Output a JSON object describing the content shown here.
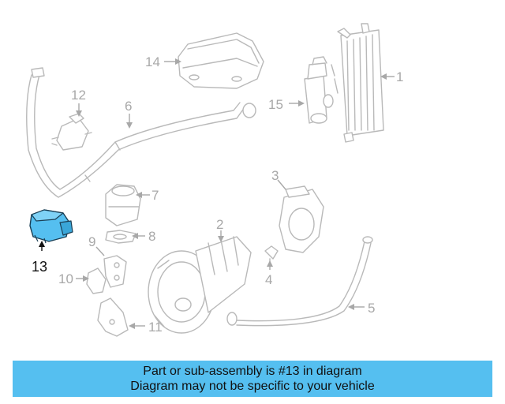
{
  "diagram": {
    "highlight_color": "#55bff0",
    "callouts": [
      {
        "id": "1",
        "label": "1"
      },
      {
        "id": "2",
        "label": "2"
      },
      {
        "id": "3",
        "label": "3"
      },
      {
        "id": "4",
        "label": "4"
      },
      {
        "id": "5",
        "label": "5"
      },
      {
        "id": "6",
        "label": "6"
      },
      {
        "id": "7",
        "label": "7"
      },
      {
        "id": "8",
        "label": "8"
      },
      {
        "id": "9",
        "label": "9"
      },
      {
        "id": "10",
        "label": "10"
      },
      {
        "id": "11",
        "label": "11"
      },
      {
        "id": "12",
        "label": "12"
      },
      {
        "id": "13",
        "label": "13",
        "highlighted": true
      },
      {
        "id": "14",
        "label": "14"
      },
      {
        "id": "15",
        "label": "15"
      }
    ]
  },
  "caption": {
    "line1": "Part or sub-assembly is #13 in diagram",
    "line2": "Diagram may not be specific to your vehicle",
    "background": "#55bff0"
  }
}
